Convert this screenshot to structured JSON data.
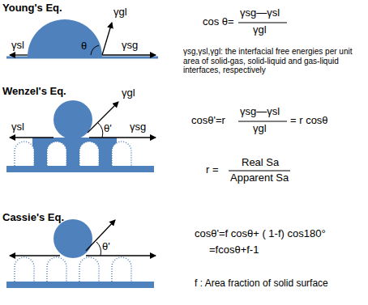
{
  "diagram": {
    "labels": [
      "Young's Eq.",
      "γgl",
      "γsl",
      "θ",
      "γsg",
      "cos θ=",
      "γsg—γsl",
      "γgl",
      "γsg,γsl,γgl:  the interfacial free energies per unit area of solid-gas, solid-liquid and gas-liquid interfaces, respectively",
      "Wenzel's Eq.",
      "γgl",
      "θ'",
      "γsl",
      "γsg",
      "cosθ'=r",
      "γsg—γsl",
      "γgl",
      "= r cosθ",
      "r =",
      "Real Sa",
      "Apparent Sa",
      "Cassie's Eq.",
      "θ'",
      "cosθ'=f cosθ+ ( 1-f) cos180°",
      "=fcosθ+f-1",
      "f : Area fraction of solid surface"
    ]
  }
}
